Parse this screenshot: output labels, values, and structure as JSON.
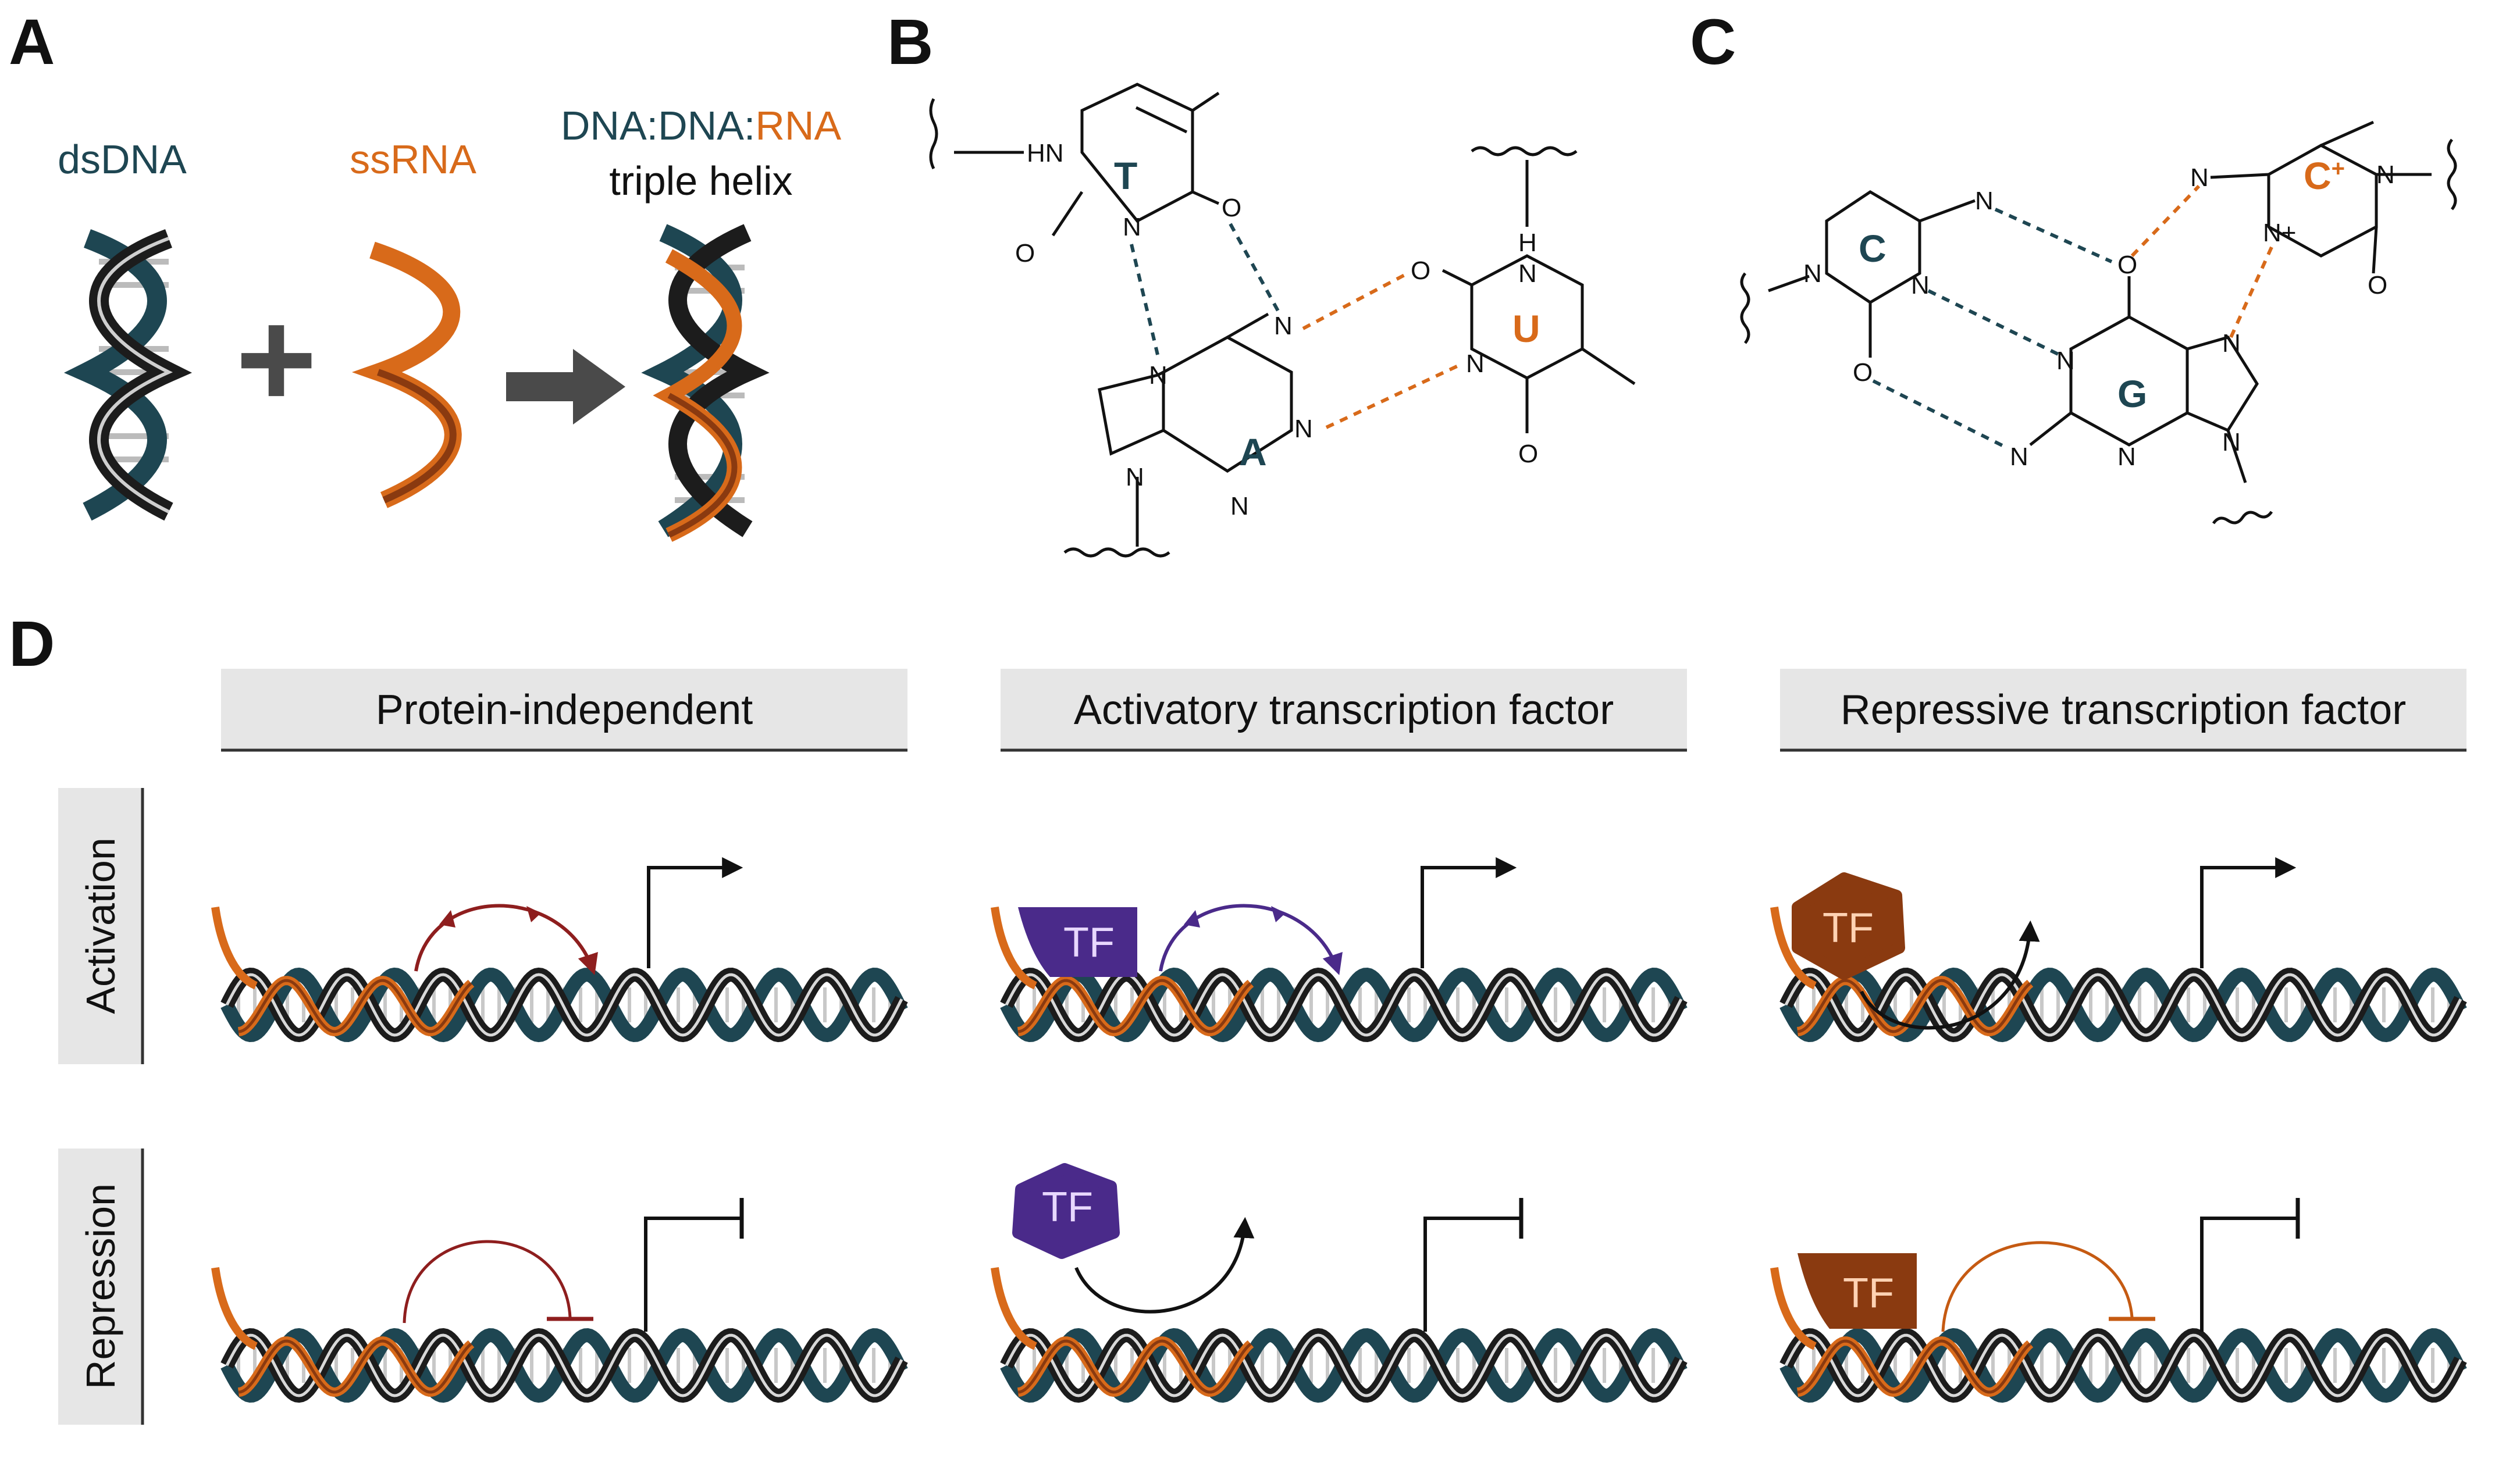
{
  "colors": {
    "teal": "#1e4652",
    "orange": "#d86a1a",
    "dark_orange": "#8a3a10",
    "dna_dark": "#1c1c1c",
    "dna_grey": "#9a9a9a",
    "purple": "#4a2a8a",
    "maroon": "#8e1e1e",
    "header_bg": "#e6e6e6"
  },
  "panel_a": {
    "letter": "A",
    "dsdna_label": "dsDNA",
    "ssrna_label": "ssRNA",
    "triplex_part1": "DNA",
    "triplex_sep1": ":",
    "triplex_part2": "DNA",
    "triplex_sep2": ":",
    "triplex_part3": "RNA",
    "triplex_line2": "triple helix",
    "plus_symbol": "+"
  },
  "panel_b": {
    "letter": "B",
    "bases": {
      "t": "T",
      "a": "A",
      "u": "U"
    },
    "atoms": {
      "hn": "HN",
      "o": "O",
      "n": "N",
      "h": "H"
    }
  },
  "panel_c": {
    "letter": "C",
    "bases": {
      "c": "C",
      "g": "G",
      "c_plus": "C",
      "c_plus_sup": "+"
    },
    "atoms": {
      "n": "N",
      "o": "O",
      "n_plus": "N+"
    }
  },
  "panel_d": {
    "letter": "D",
    "columns": [
      {
        "label": "Protein-independent"
      },
      {
        "label": "Activatory transcription factor"
      },
      {
        "label": "Repressive transcription factor"
      }
    ],
    "rows": [
      {
        "label": "Activation"
      },
      {
        "label": "Repression"
      }
    ],
    "tf_label": "TF"
  }
}
